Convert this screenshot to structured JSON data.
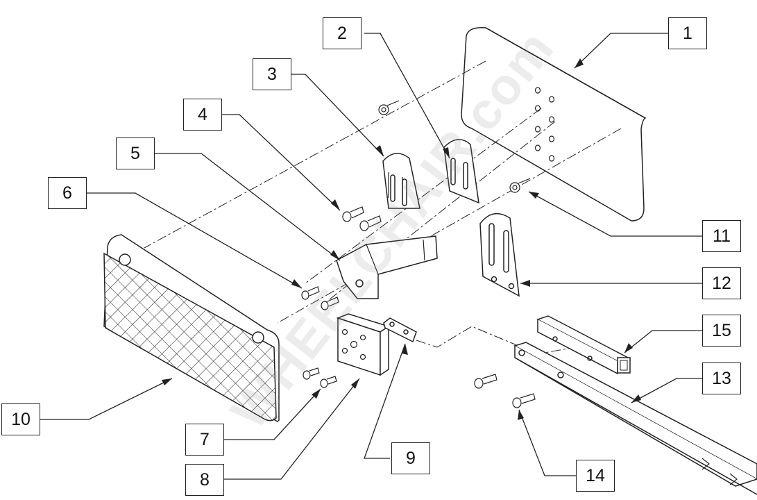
{
  "callouts": [
    "1",
    "2",
    "3",
    "4",
    "5",
    "6",
    "7",
    "8",
    "9",
    "10",
    "11",
    "12",
    "13",
    "14",
    "15"
  ],
  "watermark": "WHEELCHAIR.com"
}
